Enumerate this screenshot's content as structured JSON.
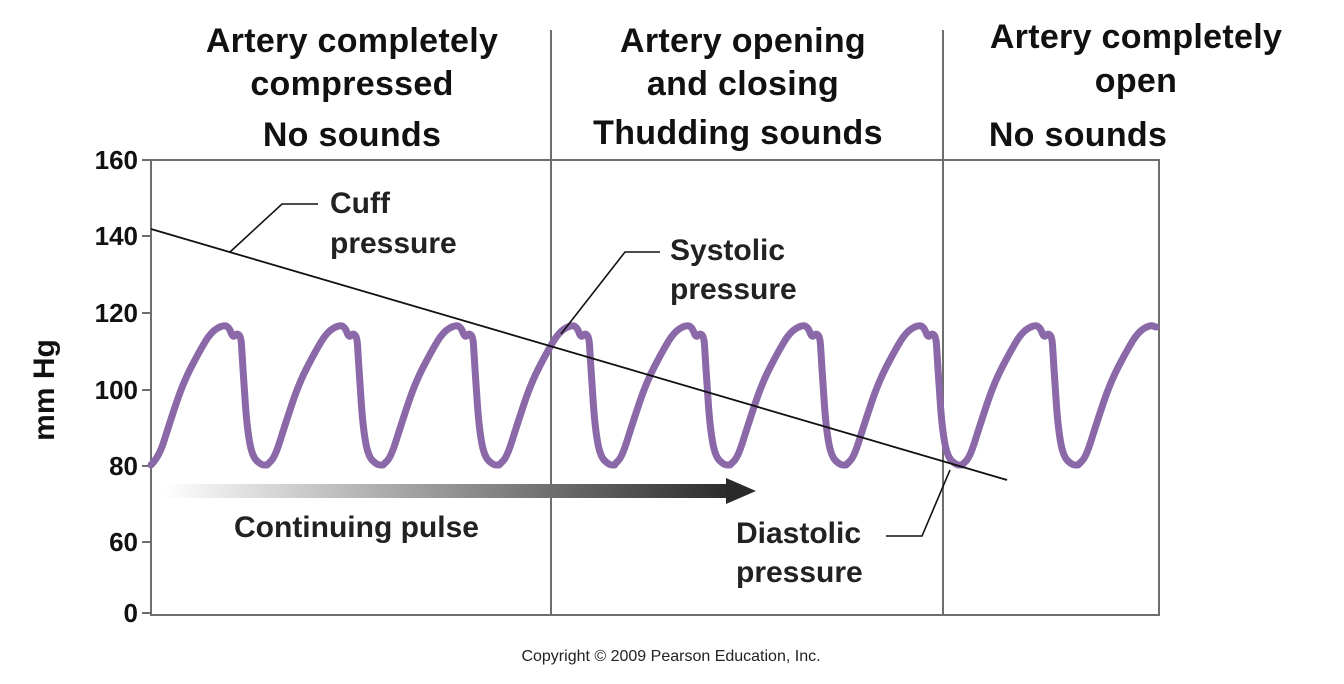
{
  "figure": {
    "phases": [
      {
        "lines": [
          "Artery completely",
          "compressed"
        ],
        "sound": "No sounds"
      },
      {
        "lines": [
          "Artery opening",
          "and closing"
        ],
        "sound": "Thudding sounds"
      },
      {
        "lines": [
          "Artery completely",
          "open"
        ],
        "sound": "No sounds"
      }
    ],
    "y_axis": {
      "label": "mm Hg",
      "ticks": [
        "160",
        "140",
        "120",
        "100",
        "80",
        "60",
        "0"
      ]
    },
    "annotations": {
      "cuff": [
        "Cuff",
        "pressure"
      ],
      "systolic": [
        "Systolic",
        "pressure"
      ],
      "diastolic": [
        "Diastolic",
        "pressure"
      ],
      "pulse": "Continuing pulse"
    },
    "colors": {
      "pulse_wave": "#8b68a8",
      "lines": "#111111",
      "arrow_start": "#ffffff",
      "arrow_end": "#2a2a2a"
    },
    "copyright": "Copyright © 2009 Pearson Education, Inc."
  }
}
